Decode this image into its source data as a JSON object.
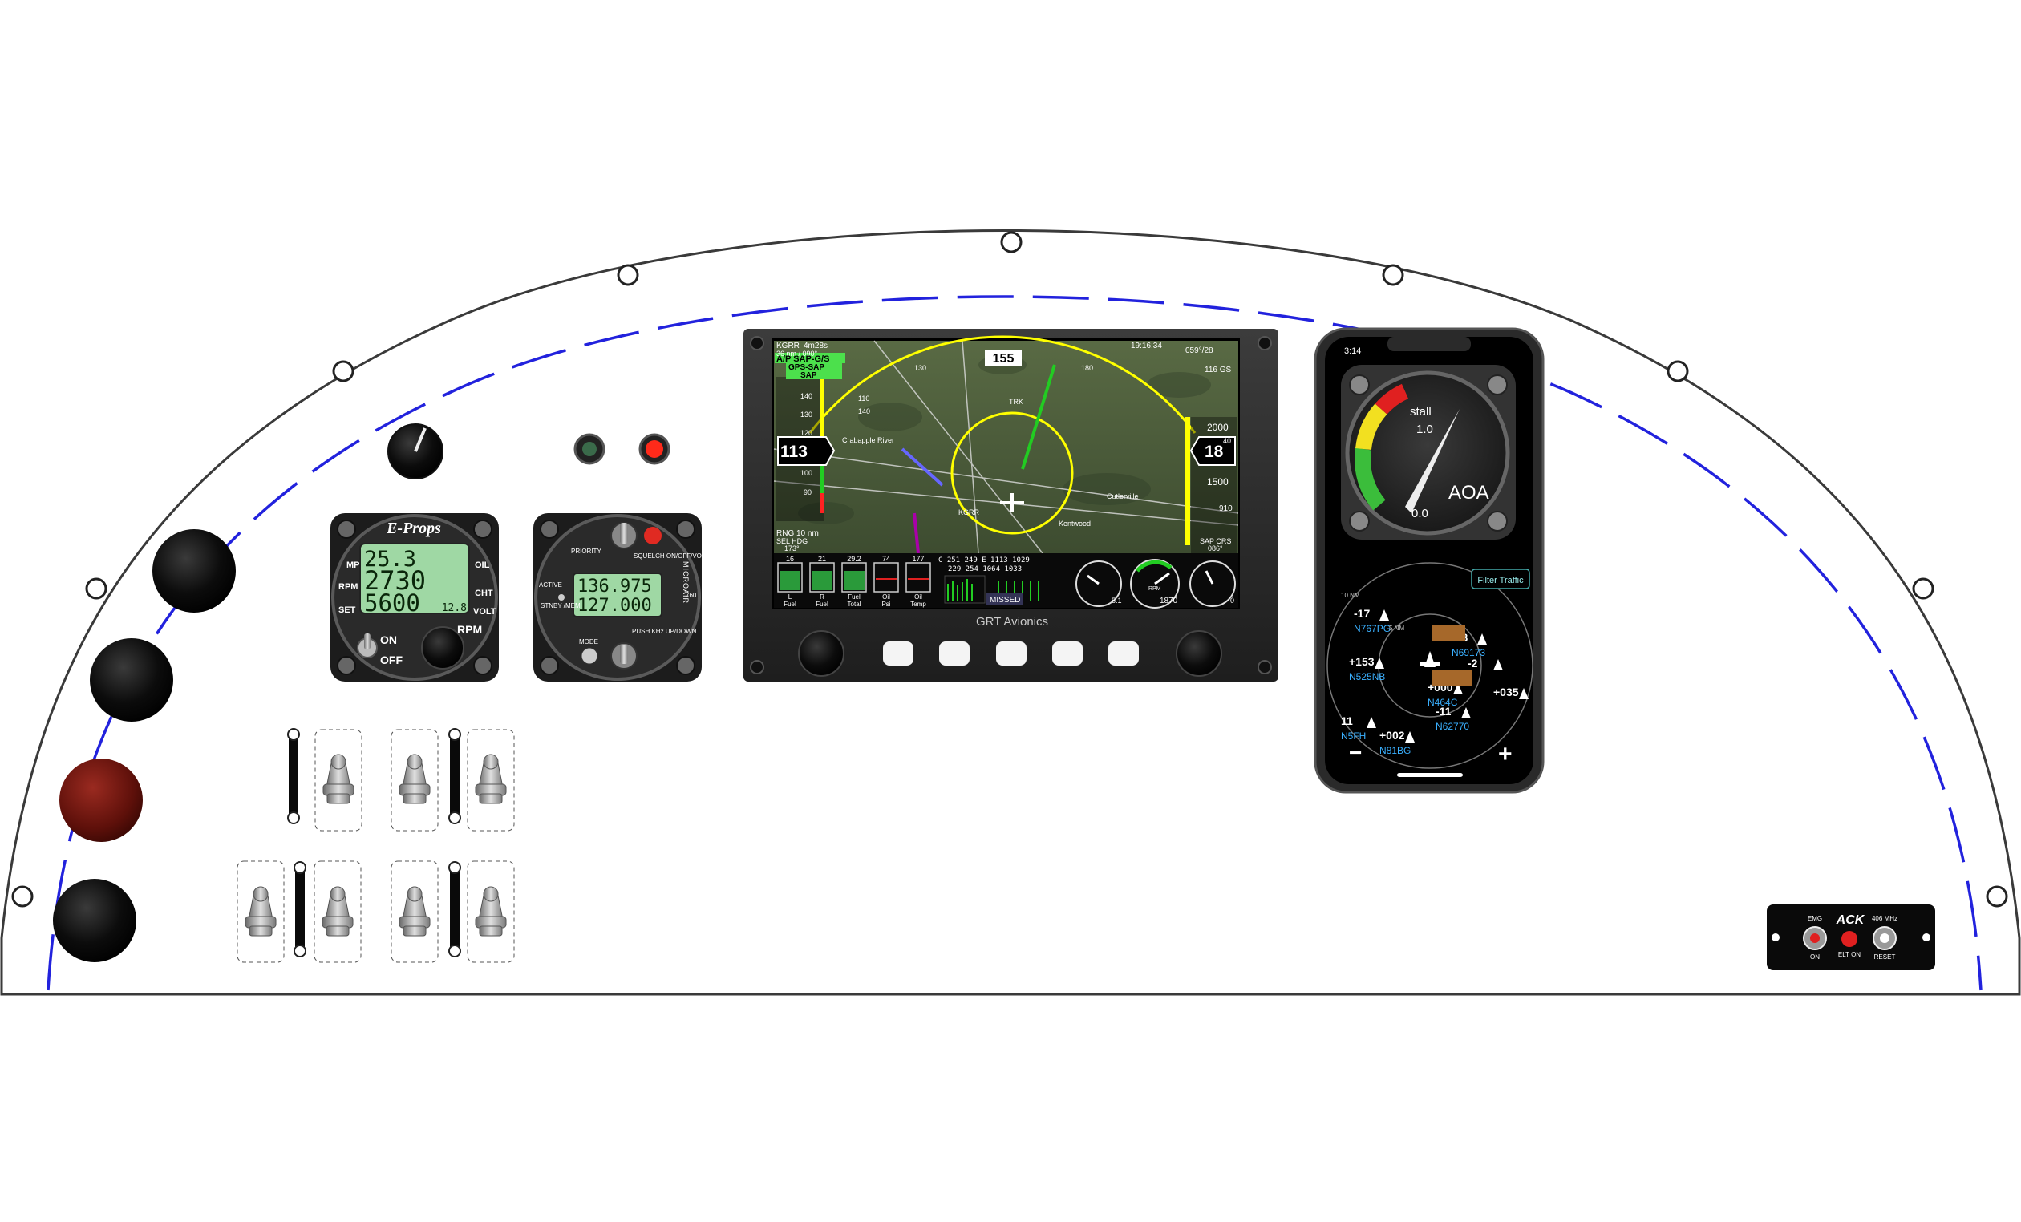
{
  "eprops": {
    "brand": "E-Props",
    "line1": "25.3",
    "line2": "2730",
    "line3": "5600",
    "small": "12.8",
    "label_mp": "MP",
    "label_rpm": "RPM",
    "label_set": "SET",
    "label_oil": "OIL",
    "label_cht": "CHT",
    "label_volt": "VOLT",
    "label_rpm_bottom": "RPM",
    "label_on": "ON",
    "label_off": "OFF"
  },
  "radio": {
    "active": "136.975",
    "standby": "127.000",
    "model": "760",
    "brand": "MICROAIR",
    "label_priority": "PRIORITY",
    "label_squelch": "SQUELCH\nON/OFF/VOL",
    "label_active": "ACTIVE",
    "label_stby": "STNBY\n/MEM",
    "label_mode": "MODE",
    "label_push": "PUSH KHz\nUP/DOWN"
  },
  "efis": {
    "brand": "GRT Avionics",
    "airport": "KGRR",
    "time_dist": "4m28s",
    "dist_bearing": "36 nm / 090°",
    "ap_mode": "A/P SAP-G/S",
    "mode2": "GPS-SAP",
    "mode3": "SAP",
    "heading": "155",
    "clock": "19:16:34",
    "track": "059°/28",
    "gs": "116 GS",
    "airspeed": "113",
    "altitude": "18",
    "baro": "910",
    "rng": "RNG 10 nm",
    "sel_hdg_label": "SEL HDG",
    "sel_hdg": "173°",
    "sap_crs_label": "SAP CRS",
    "sap_crs": "086°",
    "missed": "MISSED",
    "rpm_label": "RPM",
    "rpm_value": "1870",
    "gauge_left_val": "5.1",
    "gauge_right_val": "0",
    "map_labels": [
      "Crabapple River",
      "KGRR",
      "Cutlerville",
      "Kentwood",
      "TRK"
    ],
    "asi_ticks": [
      "140",
      "130",
      "120",
      "100",
      "90"
    ],
    "alt_ticks": [
      "2000",
      "40",
      "1500"
    ],
    "arc_ticks": [
      "140",
      "130",
      "110",
      "180"
    ],
    "bar_gauges": [
      {
        "value": "16",
        "label": "L\nFuel"
      },
      {
        "value": "21",
        "label": "R\nFuel"
      },
      {
        "value": "29.2",
        "label": "Fuel\nTotal"
      },
      {
        "value": "74",
        "label": "Oil\nPsi"
      },
      {
        "value": "177",
        "label": "Oil\nTemp"
      }
    ],
    "egt_cht_line1": "C   251  249   E   1113  1029",
    "egt_cht_line2": "229  254        1064  1033"
  },
  "phone": {
    "time": "3:14",
    "aoa_label": "AOA",
    "stall_label": "stall",
    "val_high": "1.0",
    "val_low": "0.0",
    "filter_button": "Filter Traffic",
    "range_outer": "10 NM",
    "range_inner": "5 NM",
    "minus": "−",
    "plus": "+",
    "traffic": [
      {
        "alt": "-17",
        "id": "N767PG"
      },
      {
        "alt": "+153",
        "id": "N525NB"
      },
      {
        "alt": "-13",
        "id": "N69173"
      },
      {
        "alt": "-2",
        "id": ""
      },
      {
        "alt": "+000",
        "id": "N464C"
      },
      {
        "alt": "-11",
        "id": "N62770"
      },
      {
        "alt": "+035",
        "id": ""
      },
      {
        "alt": "11",
        "id": "N5FH"
      },
      {
        "alt": "+002",
        "id": "N81BG"
      }
    ]
  },
  "elt": {
    "label_emg": "EMG",
    "brand": "ACK",
    "label_freq": "406 MHz",
    "label_on": "ON",
    "label_elt_on": "ELT ON",
    "label_reset": "RESET"
  },
  "colors": {
    "outline": "#3a3a3a",
    "dash": "#2222dd",
    "lcd": "#9fd8a4",
    "knob": "#0a0a0a",
    "red_button": "#6e140e"
  }
}
